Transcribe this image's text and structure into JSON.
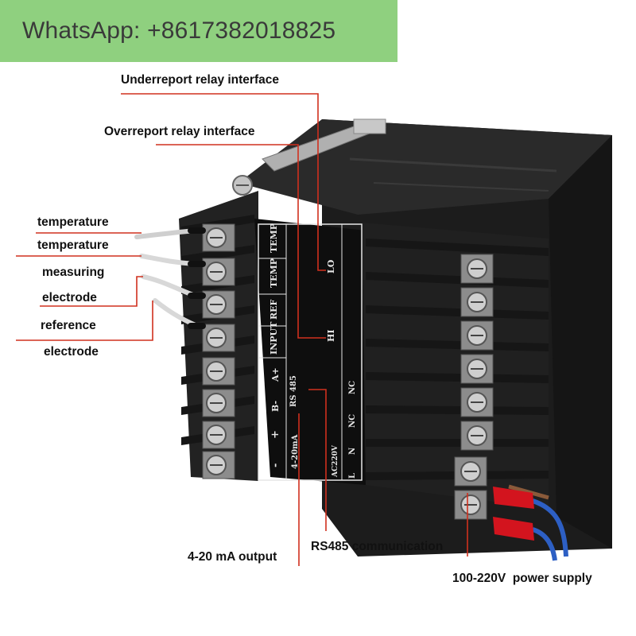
{
  "banner": {
    "text": "WhatsApp: +8617382018825"
  },
  "callouts": {
    "underreport": "Underreport relay interface",
    "overreport": "Overreport relay interface",
    "temperature_1": "temperature",
    "temperature_2": "temperature",
    "measuring": "measuring",
    "electrode_1": "electrode",
    "reference": "reference",
    "electrode_2": "electrode",
    "output_4_20": "4-20 mA output",
    "rs485": "RS485 communication",
    "power": "100-220V  power supply"
  },
  "terminal_labels": {
    "left": [
      "TEMP",
      "TEMP",
      "REF",
      "INPUT",
      "A+",
      "B-",
      "+",
      "-"
    ],
    "right": [
      "LO",
      "HI",
      "NC",
      "NC",
      "N",
      "L"
    ],
    "rs485_group": "RS 485",
    "ma_group": "4-20mA",
    "ac_group": "AC220V"
  },
  "colors": {
    "banner_bg": "#8fd07f",
    "callout_line": "#d0301e",
    "housing": "#1b1b1b",
    "terminal_metal": "#9a9a9a",
    "wire_blue": "#2d5fc4",
    "crimp_red": "#d3141e"
  }
}
